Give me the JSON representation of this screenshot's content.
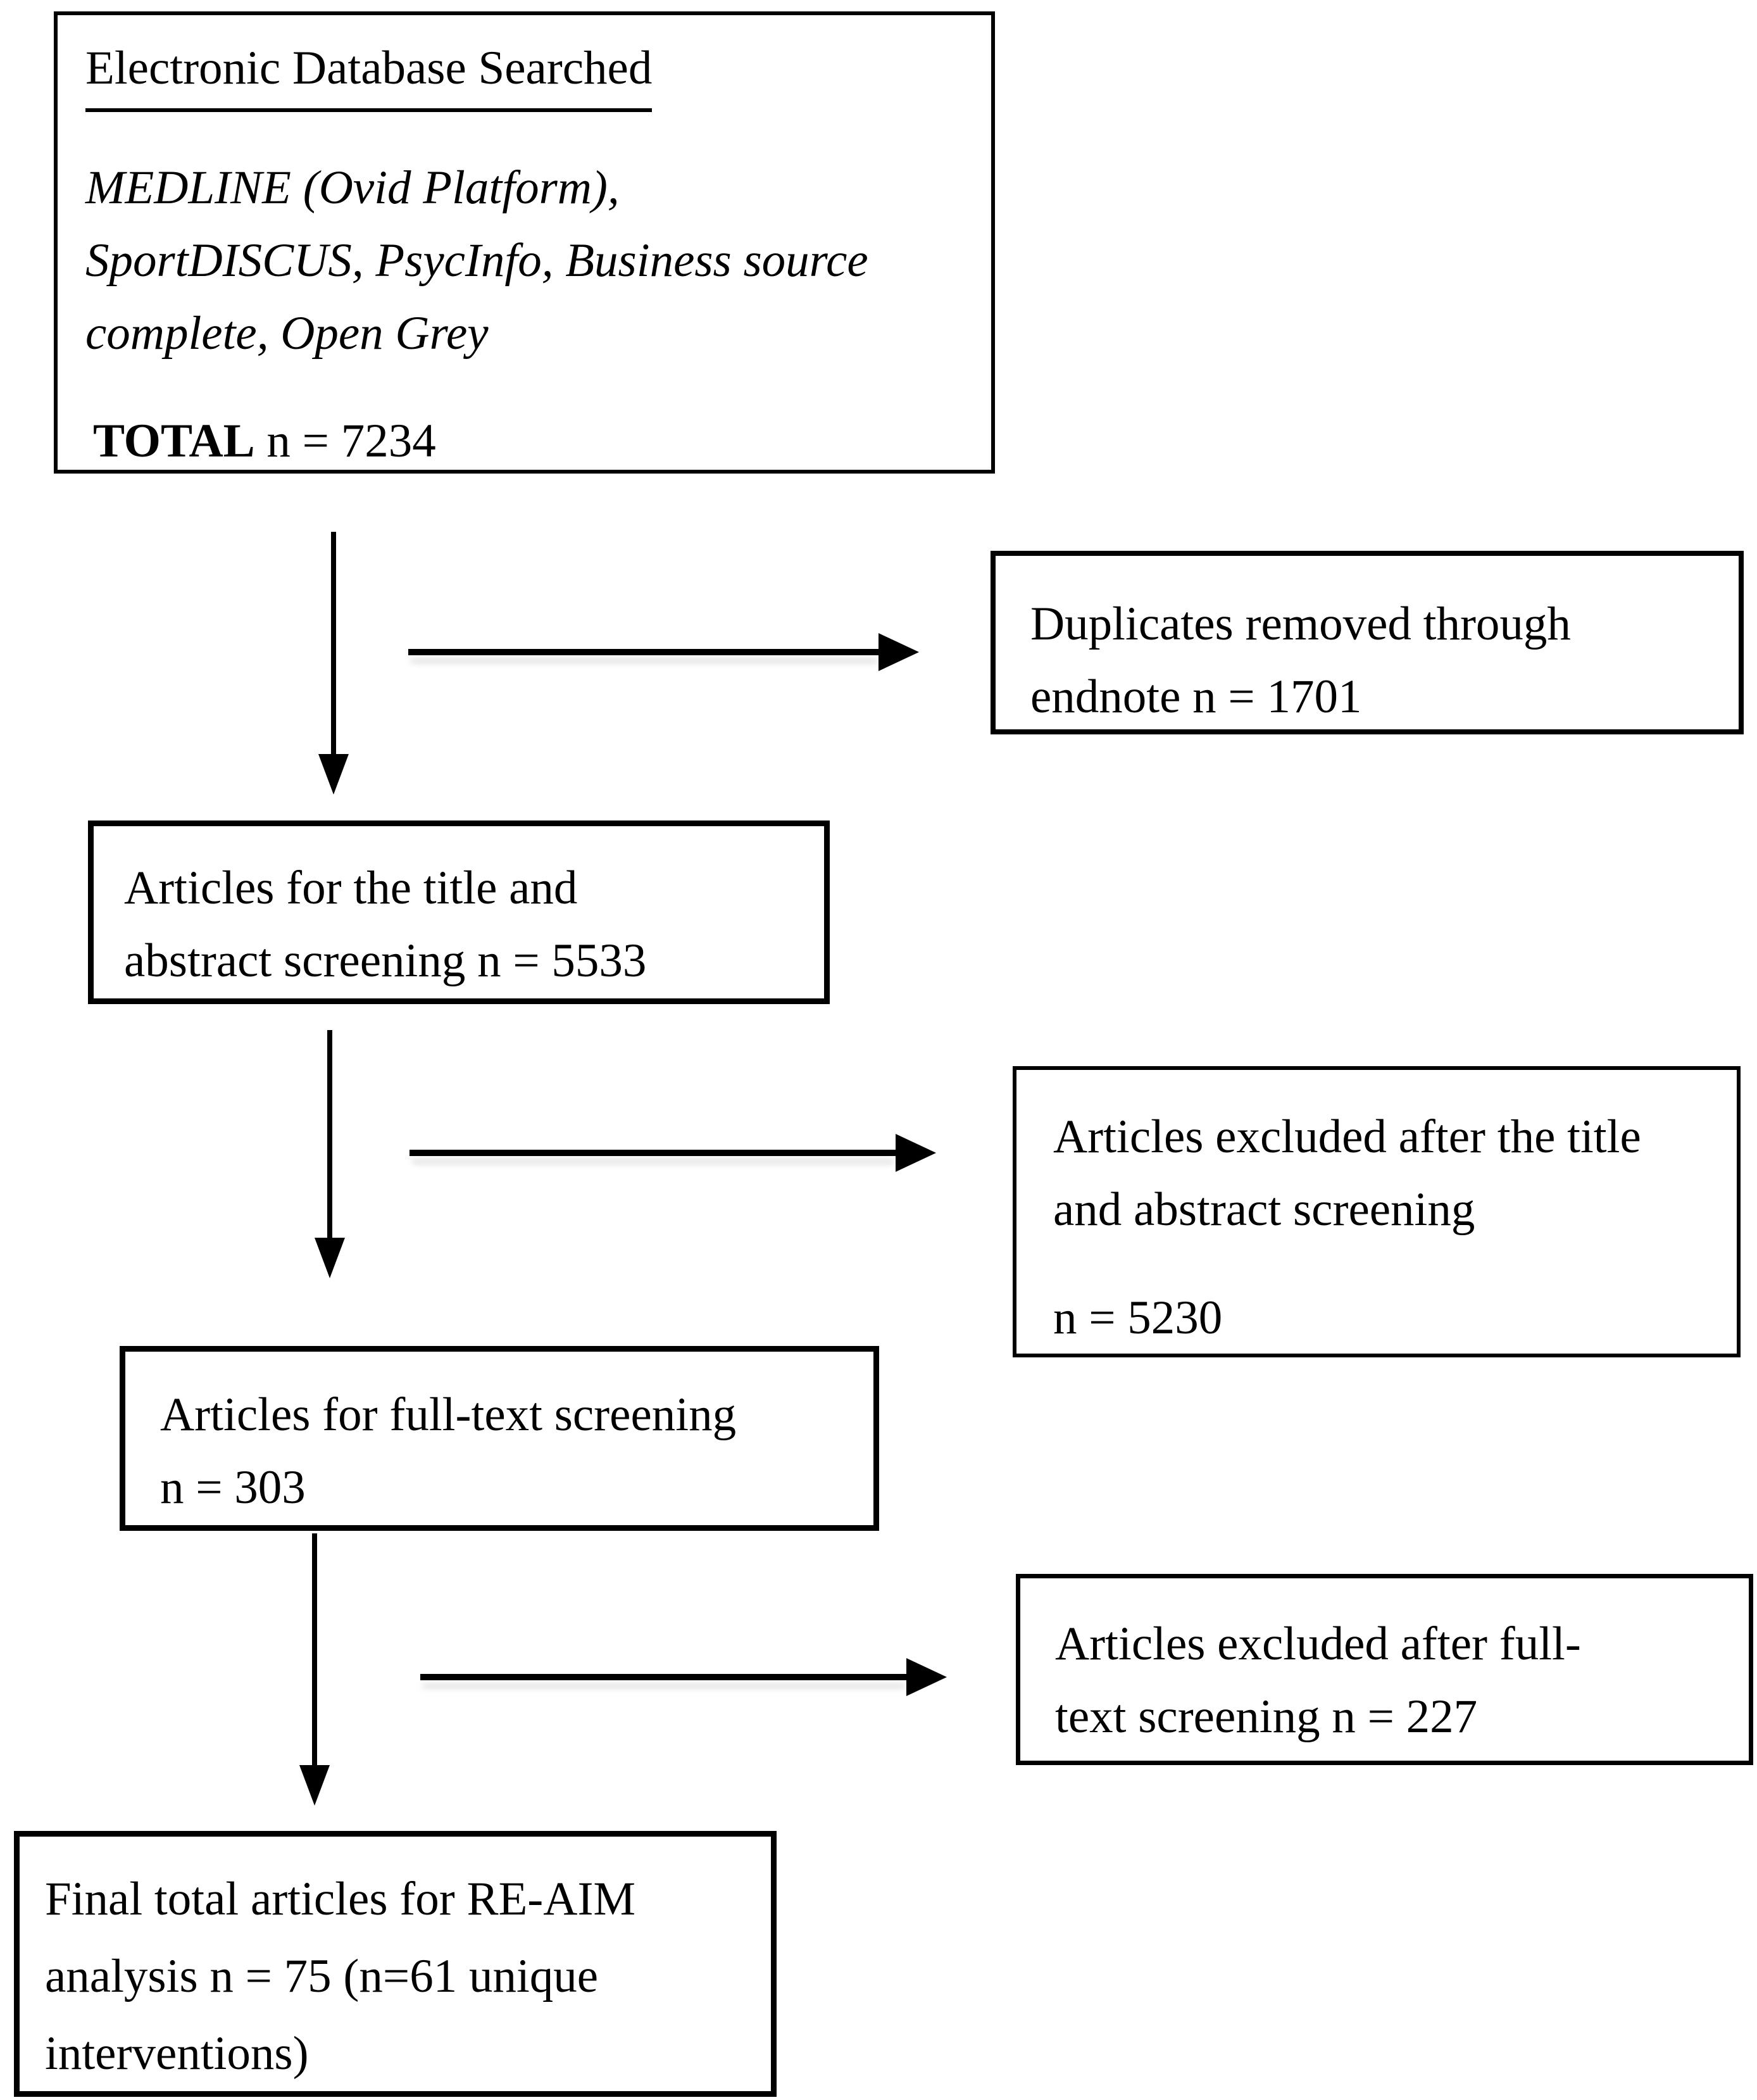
{
  "colors": {
    "ink": "#000000",
    "background": "#ffffff"
  },
  "boxes": {
    "source": {
      "title": "Electronic Database Searched",
      "databases": [
        "MEDLINE (Ovid Platform),",
        "SportDISCUS, PsycInfo, Business source",
        "complete, Open Grey"
      ],
      "total_label": "TOTAL",
      "total_value": "n = 7234"
    },
    "duplicates": {
      "lines": [
        "Duplicates removed through",
        "endnote n = 1701"
      ]
    },
    "title_abstract": {
      "lines": [
        "Articles for the title and",
        "abstract screening n = 5533"
      ]
    },
    "excluded_title_abstract": {
      "lines": [
        "Articles excluded after the title",
        "and abstract screening"
      ],
      "count": "n = 5230"
    },
    "fulltext": {
      "lines": [
        "Articles for full-text screening",
        "n = 303"
      ]
    },
    "excluded_fulltext": {
      "lines": [
        "Articles excluded after full-",
        "text screening n = 227"
      ]
    },
    "final": {
      "lines": [
        "Final total articles for RE-AIM",
        "analysis n = 75 (n=61 unique",
        "interventions)"
      ]
    }
  }
}
